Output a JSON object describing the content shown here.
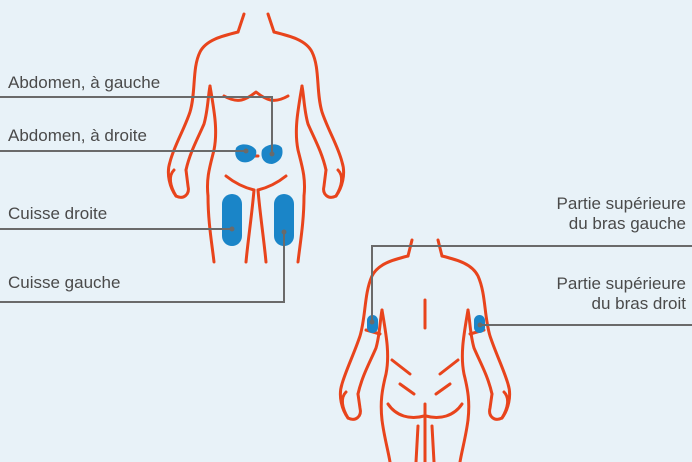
{
  "colors": {
    "background": "#e8f2f8",
    "outline": "#e8441c",
    "injection_site": "#1a85c8",
    "leader_line": "#6a6a6a",
    "text": "#4a4a4a"
  },
  "labels": {
    "abdomen_left": "Abdomen, à gauche",
    "abdomen_right": "Abdomen, à droite",
    "thigh_right": "Cuisse droite",
    "thigh_left": "Cuisse gauche",
    "upper_arm_left_line1": "Partie supérieure",
    "upper_arm_left_line2": "du bras gauche",
    "upper_arm_right_line1": "Partie supérieure",
    "upper_arm_right_line2": "du bras droit"
  }
}
